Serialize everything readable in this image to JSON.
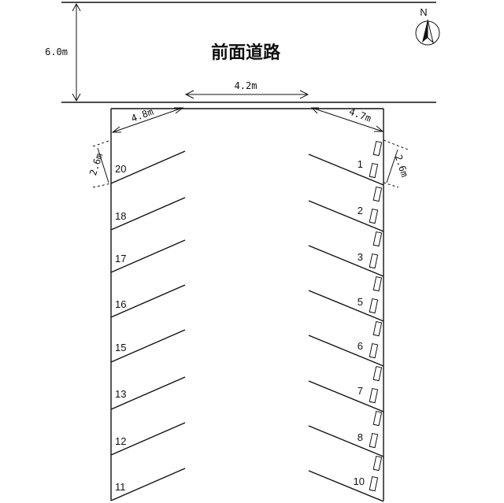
{
  "road_label": "前面道路",
  "north_label": "N",
  "dimensions": {
    "road_width": "6.0m",
    "entrance_width": "4.2m",
    "left_space_length": "4.8m",
    "right_space_length": "4.7m",
    "left_space_width": "2.6m",
    "right_space_width": "2.6m"
  },
  "left_spaces": [
    "20",
    "18",
    "17",
    "16",
    "15",
    "13",
    "12",
    "11"
  ],
  "right_spaces": [
    "1",
    "2",
    "3",
    "5",
    "6",
    "7",
    "8",
    "10"
  ]
}
